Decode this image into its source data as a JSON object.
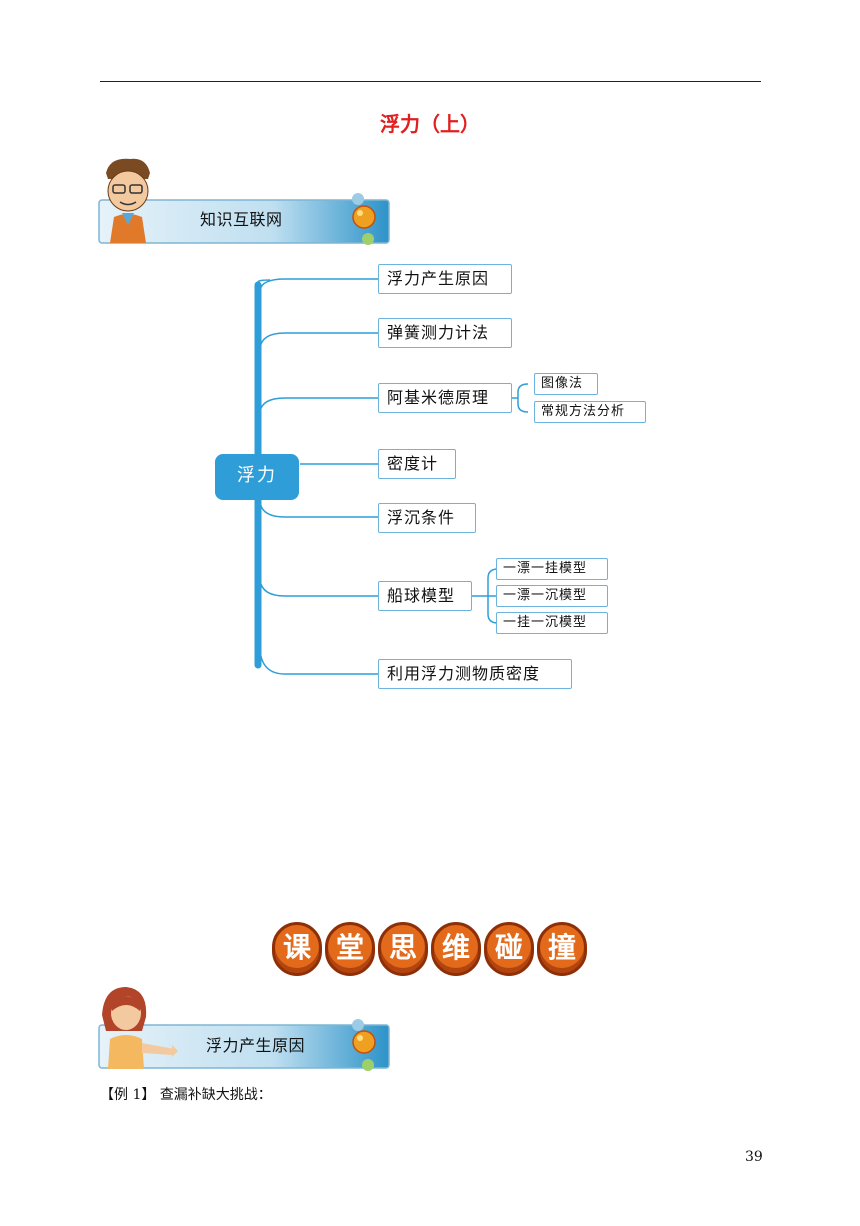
{
  "page": {
    "title": "浮力（上）",
    "page_number": "39"
  },
  "section1": {
    "banner_label": "知识互联网"
  },
  "mind_map": {
    "root": "浮力",
    "branches": [
      {
        "label": "浮力产生原因"
      },
      {
        "label": "弹簧测力计法"
      },
      {
        "label": "阿基米德原理",
        "children": [
          "图像法",
          "常规方法分析"
        ]
      },
      {
        "label": "密度计"
      },
      {
        "label": "浮沉条件"
      },
      {
        "label": "船球模型",
        "children": [
          "一漂一挂模型",
          "一漂一沉模型",
          "一挂一沉模型"
        ]
      },
      {
        "label": "利用浮力测物质密度"
      }
    ]
  },
  "section_heading": {
    "chars": [
      "课",
      "堂",
      "思",
      "维",
      "碰",
      "撞"
    ]
  },
  "section2": {
    "banner_label": "浮力产生原因"
  },
  "example": {
    "tag": "【例 1】",
    "text": "查漏补缺大挑战："
  },
  "colors": {
    "title_red": "#e02020",
    "mind_map_blue": "#2f9ed8",
    "node_border": "#6cb4de",
    "heading_orange": "#e26a1a"
  }
}
